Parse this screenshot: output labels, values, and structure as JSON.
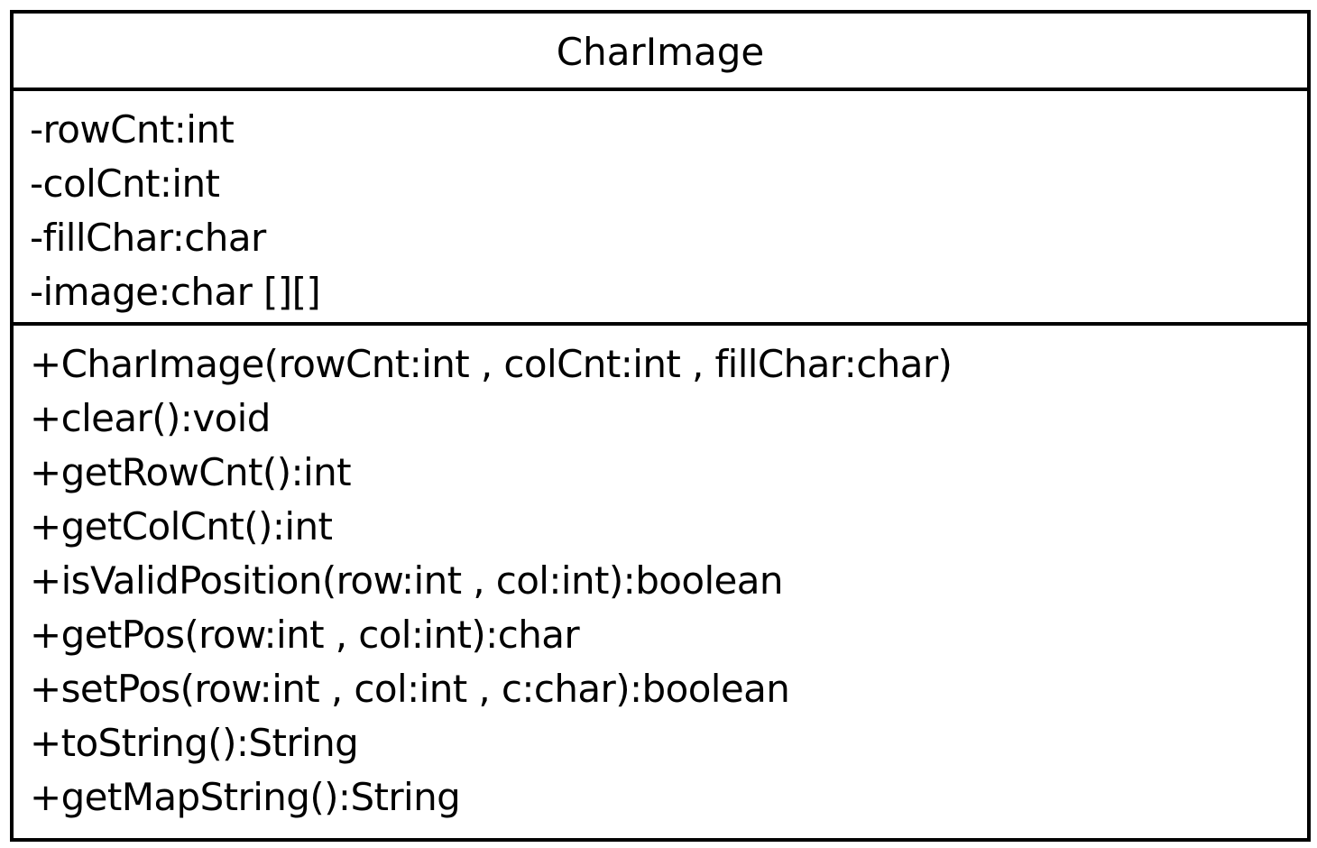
{
  "class": {
    "name": "CharImage",
    "attributes": [
      "-rowCnt:int",
      "-colCnt:int",
      "-fillChar:char",
      "-image:char [][]"
    ],
    "operations": [
      "+CharImage(rowCnt:int , colCnt:int , fillChar:char)",
      "+clear():void",
      "+getRowCnt():int",
      "+getColCnt():int",
      "+isValidPosition(row:int , col:int):boolean",
      "+getPos(row:int , col:int):char",
      "+setPos(row:int , col:int , c:char):boolean",
      "+toString():String",
      "+getMapString():String"
    ]
  }
}
